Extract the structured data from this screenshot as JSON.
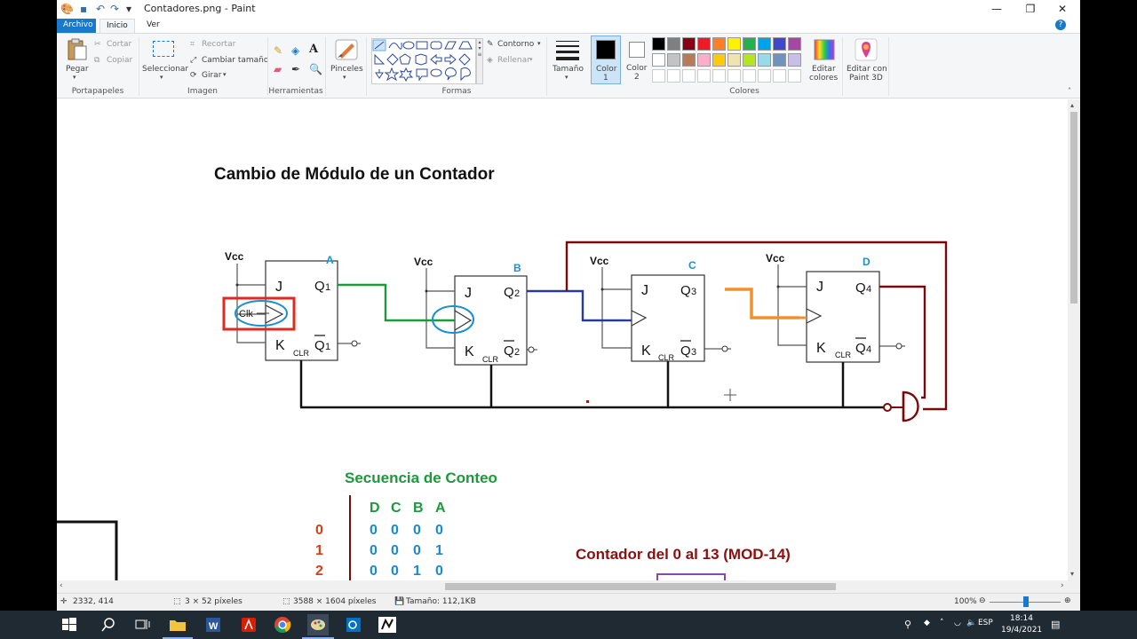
{
  "window": {
    "title": "Contadores.png - Paint",
    "minimize_glyph": "—",
    "restore_glyph": "❐",
    "close_glyph": "✕"
  },
  "tabs": [
    {
      "label": "Archivo"
    },
    {
      "label": "Inicio"
    },
    {
      "label": "Ver"
    }
  ],
  "ribbon": {
    "clipboard": {
      "paste": "Pegar",
      "cut": "Cortar",
      "copy": "Copiar",
      "group": "Portapapeles"
    },
    "image": {
      "select": "Seleccionar",
      "crop": "Recortar",
      "resize": "Cambiar tamaño",
      "rotate": "Girar",
      "group": "Imagen"
    },
    "tools": {
      "group": "Herramientas",
      "text_glyph": "A"
    },
    "brushes": {
      "label": "Pinceles"
    },
    "shapes": {
      "outline": "Contorno",
      "fill": "Rellenar",
      "group": "Formas"
    },
    "size": {
      "label": "Tamaño"
    },
    "color1": {
      "label1": "Color",
      "label2": "1"
    },
    "color2": {
      "label1": "Color",
      "label2": "2"
    },
    "edit_colors": {
      "label1": "Editar",
      "label2": "colores"
    },
    "colors_group": "Colores",
    "paint3d": {
      "label1": "Editar con",
      "label2": "Paint 3D"
    },
    "palette_row1": [
      "#000000",
      "#7f7f7f",
      "#880015",
      "#ed1c24",
      "#ff7f27",
      "#fff200",
      "#22b14c",
      "#00a2e8",
      "#3f48cc",
      "#a349a4"
    ],
    "palette_row2": [
      "#ffffff",
      "#c3c3c3",
      "#b97a57",
      "#ffaec9",
      "#ffc90e",
      "#efe4b0",
      "#b5e61d",
      "#99d9ea",
      "#7092be",
      "#c8bfe7"
    ],
    "color1_value": "#000000",
    "color2_value": "#ffffff"
  },
  "canvas": {
    "title": "Cambio de Módulo de un Contador",
    "vcc": [
      "Vcc",
      "Vcc",
      "Vcc",
      "Vcc"
    ],
    "ff_names": [
      "A",
      "B",
      "C",
      "D"
    ],
    "j_label": "J",
    "k_label": "K",
    "clr_label": "CLR",
    "q_outputs": [
      "Q",
      "Q",
      "Q",
      "Q"
    ],
    "q_subscripts": [
      "1",
      "2",
      "3",
      "4"
    ],
    "clk_label": "Clk",
    "sequence_title": "Secuencia de Conteo",
    "seq_headers": [
      "D",
      "C",
      "B",
      "A"
    ],
    "seq_rows": [
      {
        "n": "0",
        "bits": [
          "0",
          "0",
          "0",
          "0"
        ]
      },
      {
        "n": "1",
        "bits": [
          "0",
          "0",
          "0",
          "1"
        ]
      },
      {
        "n": "2",
        "bits": [
          "0",
          "0",
          "1",
          "0"
        ]
      }
    ],
    "counter_label": "Contador del 0 al 13 (MOD-14)"
  },
  "status": {
    "cursor": "2332, 414",
    "selection": "3 × 52 píxeles",
    "image_size": "3588 × 1604 píxeles",
    "file_size": "Tamaño: 112,1KB",
    "zoom": "100%"
  },
  "taskbar": {
    "lang": "ESP",
    "time": "18:14",
    "date": "19/4/2021"
  },
  "colors": {
    "accent": "#1979ca",
    "wire_green": "#1a9a3a",
    "wire_blue": "#2a3a9a",
    "wire_orange": "#f0922b",
    "wire_darkred": "#7a0a0a",
    "label_blue": "#1a90d0",
    "highlight_red": "#e02a20",
    "seq_green": "#1a9a3a",
    "seq_blue": "#1a8ad0",
    "seq_red": "#d0401a",
    "mod_label": "#8a1010",
    "purple_box": "#8a4aa0"
  }
}
